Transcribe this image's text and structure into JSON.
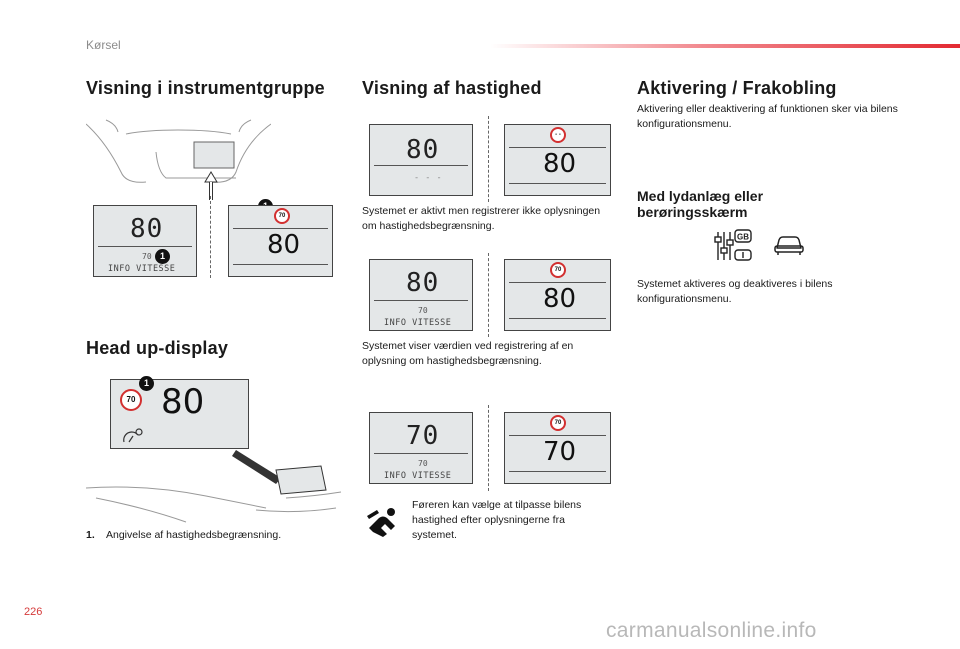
{
  "header": {
    "chapter": "Kørsel"
  },
  "sections": {
    "instrument": {
      "title": "Visning i instrumentgruppe"
    },
    "speed": {
      "title": "Visning af hastighed"
    },
    "activation": {
      "title": "Aktivering / Frakobling",
      "text": "Aktivering eller deaktivering af funktionen sker via bilens konfigurationsmenu.",
      "subtitle": "Med lydanlæg eller berøringsskærm",
      "text2": "Systemet aktiveres og deaktiveres i bilens konfigurationsmenu."
    },
    "hud": {
      "title": "Head up-display"
    }
  },
  "captions": {
    "c1": "Systemet er aktivt men registrerer ikke oplysningen om hastighedsbegrænsning.",
    "c2": "Systemet viser værdien ved registrering af en oplysning om hastighedsbegrænsning.",
    "c3": "Føreren kan vælge at tilpasse bilens hastighed efter oplysningerne fra systemet."
  },
  "legend": {
    "num": "1.",
    "text": "Angivelse af hastighedsbegrænsning."
  },
  "displays": {
    "cluster_left": {
      "speed": "80",
      "limit": "70",
      "info": "INFO VITESSE",
      "badge": "1"
    },
    "cluster_right": {
      "speed": "80",
      "sign": "70",
      "badge": "1"
    },
    "row1_left": {
      "speed": "80",
      "dashes": "- - -"
    },
    "row1_right": {
      "speed": "80",
      "sign": "- -"
    },
    "row2_left": {
      "speed": "80",
      "limit": "70",
      "info": "INFO VITESSE"
    },
    "row2_right": {
      "speed": "80",
      "sign": "70"
    },
    "row3_left": {
      "speed": "70",
      "limit": "70",
      "info": "INFO VITESSE"
    },
    "row3_right": {
      "speed": "70",
      "sign": "70"
    },
    "hud": {
      "speed": "80",
      "sign": "70",
      "badge": "1"
    }
  },
  "icons": {
    "settings_label": "GB",
    "settings_icon": "settings-sliders-icon",
    "car_icon": "car-icon",
    "driver_icon": "driver-icon"
  },
  "footer": {
    "page": "226",
    "watermark": "carmanualsonline.info"
  }
}
